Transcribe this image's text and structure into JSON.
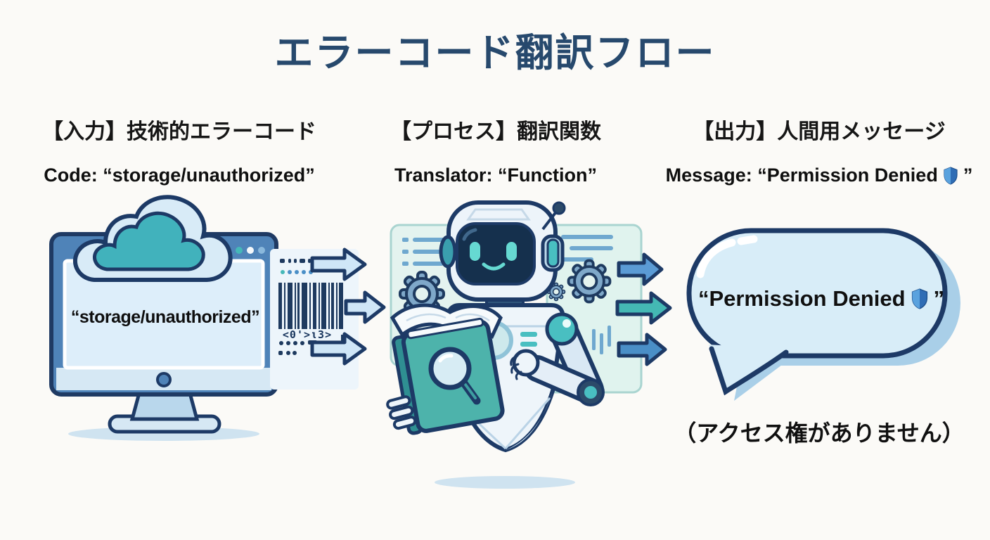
{
  "title": "エラーコード翻訳フロー",
  "columns": [
    {
      "header": "【入力】技術的エラーコード",
      "subtitle": "Code: “storage/unauthorized”"
    },
    {
      "header": "【プロセス】翻訳関数",
      "subtitle": "Translator: “Function”"
    },
    {
      "header": "【出力】人間用メッセージ",
      "subtitle_before": "Message: “Permission Denied",
      "subtitle_after": "”"
    }
  ],
  "input_graphic": {
    "screen_text": "“storage/unauthorized”",
    "barcode_caption": "<0'>ι3>"
  },
  "output_graphic": {
    "bubble_text_before": "“Permission Denied",
    "bubble_text_after": "”",
    "caption": "（アクセス権がありません）"
  },
  "icons": {
    "cloud": "cloud-icon",
    "barcode": "barcode-icon",
    "gear": "gear-icon",
    "robot": "robot-reading-book",
    "book": "book-icon",
    "magnifier": "magnifying-glass-icon",
    "shield": "shield-icon",
    "arrow": "arrow-right-icon",
    "speech_bubble": "speech-bubble"
  },
  "colors": {
    "title": "#27496d",
    "outline_navy": "#1d3a66",
    "teal": "#41b2bc",
    "monitor_blue": "#4f83b8",
    "bubble_fill": "#d8edf8",
    "arrow_light": "#cfe6f7",
    "arrow_blue": "#5b9bd5",
    "arrow_teal": "#44b8b4"
  }
}
